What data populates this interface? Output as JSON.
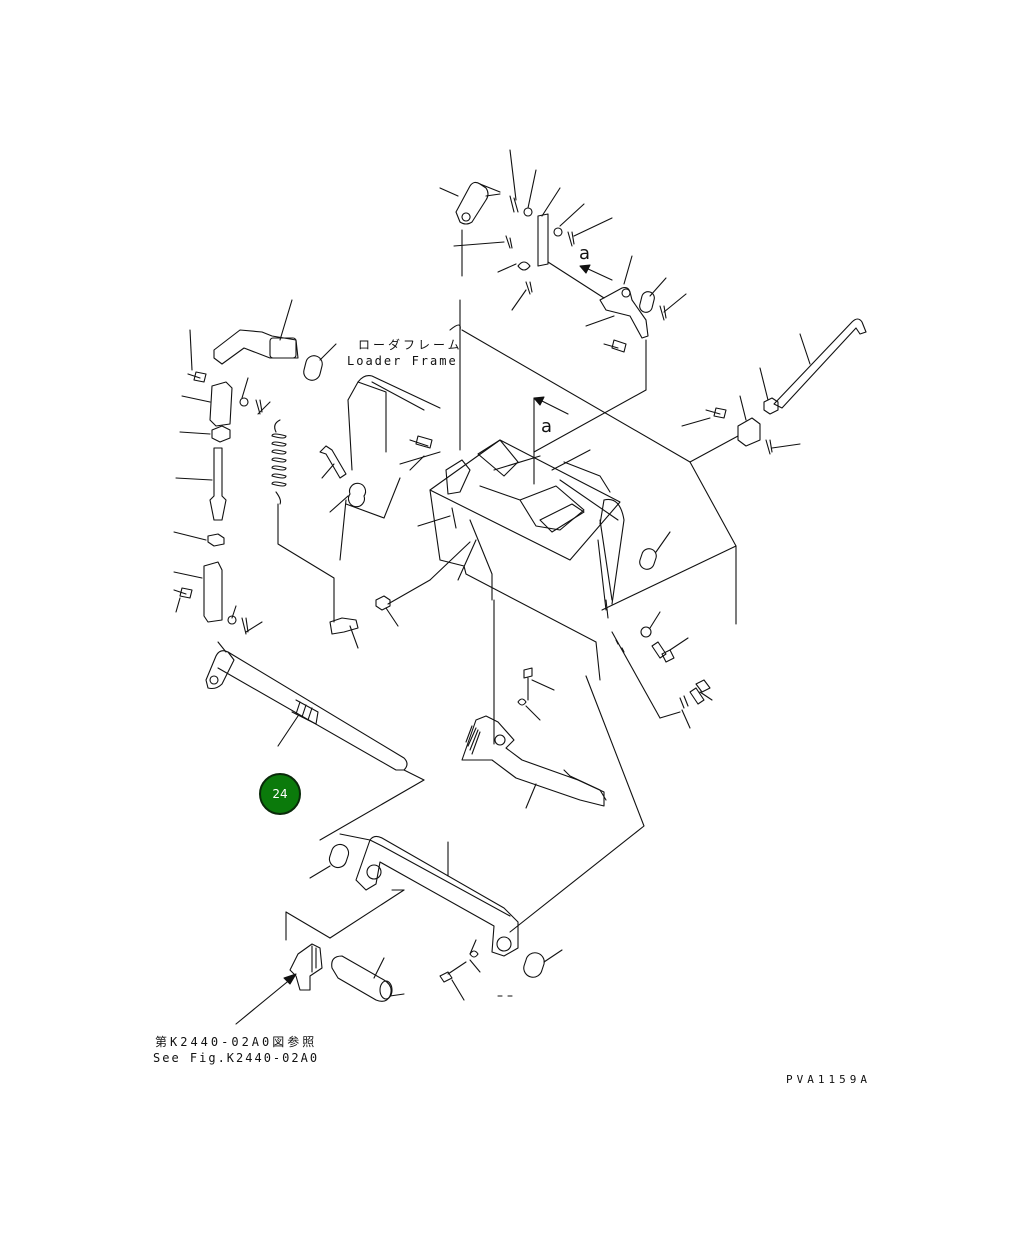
{
  "labels": {
    "loader_frame_jp": "ローダフレーム",
    "loader_frame_en": "Loader Frame",
    "view_a_top": "a",
    "view_a_mid": "a",
    "see_fig_jp": "第K2440-02A0図参照",
    "see_fig_en": "See Fig.K2440-02A0",
    "drawing_code": "PVA1159A"
  },
  "callout": {
    "number": "24",
    "color": "#0b7a0b"
  },
  "colors": {
    "line": "#111111",
    "background": "#ffffff"
  }
}
